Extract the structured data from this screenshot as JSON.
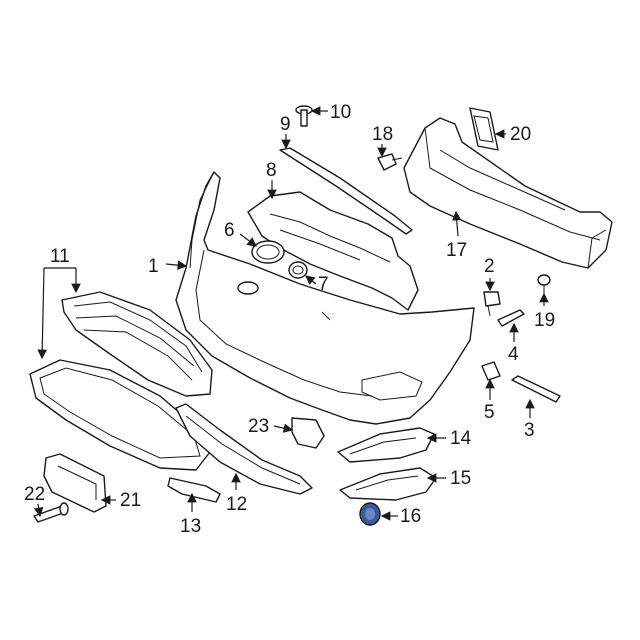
{
  "diagram": {
    "highlight_color": "#3a5aa0",
    "callouts": [
      {
        "id": "c1",
        "label": "1"
      },
      {
        "id": "c2",
        "label": "2"
      },
      {
        "id": "c3",
        "label": "3"
      },
      {
        "id": "c4",
        "label": "4"
      },
      {
        "id": "c5",
        "label": "5"
      },
      {
        "id": "c6",
        "label": "6"
      },
      {
        "id": "c7",
        "label": "7"
      },
      {
        "id": "c8",
        "label": "8"
      },
      {
        "id": "c9",
        "label": "9"
      },
      {
        "id": "c10",
        "label": "10"
      },
      {
        "id": "c11",
        "label": "11"
      },
      {
        "id": "c12",
        "label": "12"
      },
      {
        "id": "c13",
        "label": "13"
      },
      {
        "id": "c14",
        "label": "14"
      },
      {
        "id": "c15",
        "label": "15"
      },
      {
        "id": "c16",
        "label": "16"
      },
      {
        "id": "c17",
        "label": "17"
      },
      {
        "id": "c18",
        "label": "18"
      },
      {
        "id": "c19",
        "label": "19"
      },
      {
        "id": "c20",
        "label": "20"
      },
      {
        "id": "c21",
        "label": "21"
      },
      {
        "id": "c22",
        "label": "22"
      },
      {
        "id": "c23",
        "label": "23"
      }
    ]
  }
}
